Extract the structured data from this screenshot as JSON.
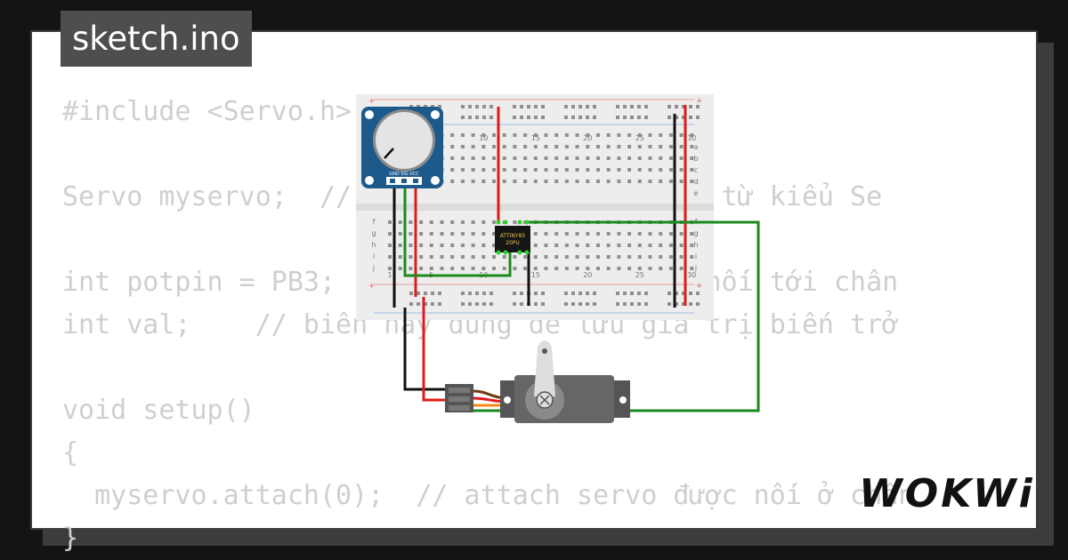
{
  "title": "sketch.ino",
  "code_lines": [
    "#include <Servo.h> //////",
    "",
    "Servo myservo;  // tạo đối tượng myservo từ kiểu Se",
    "",
    "int potpin = PB3;  // chân biến trở kết nối tới chân",
    "int val;    // biến này dùng để lưu giá trị biến trở",
    "",
    "void setup()",
    "{",
    "  myservo.attach(0);  // attach servo được nối ở chân",
    "}"
  ],
  "breadboard": {
    "column_numbers": [
      "1",
      "5",
      "10",
      "15",
      "20",
      "25",
      "30"
    ],
    "row_letters_top": [
      "a",
      "b",
      "c",
      "d",
      "e"
    ],
    "row_letters_bottom": [
      "f",
      "g",
      "h",
      "i",
      "j"
    ]
  },
  "potentiometer": {
    "pin_labels": "GND SIG VCC"
  },
  "chip": {
    "line1": "ATTINY85",
    "line2": "20PU"
  },
  "logo": {
    "text": "WOKWi",
    "icon": "wokwi-logo"
  },
  "colors": {
    "wire_red": "#e01a1a",
    "wire_black": "#111111",
    "wire_green": "#1c8a1c",
    "pot_blue": "#1d5a8c",
    "servo_body": "#555555",
    "background": "#141414"
  }
}
